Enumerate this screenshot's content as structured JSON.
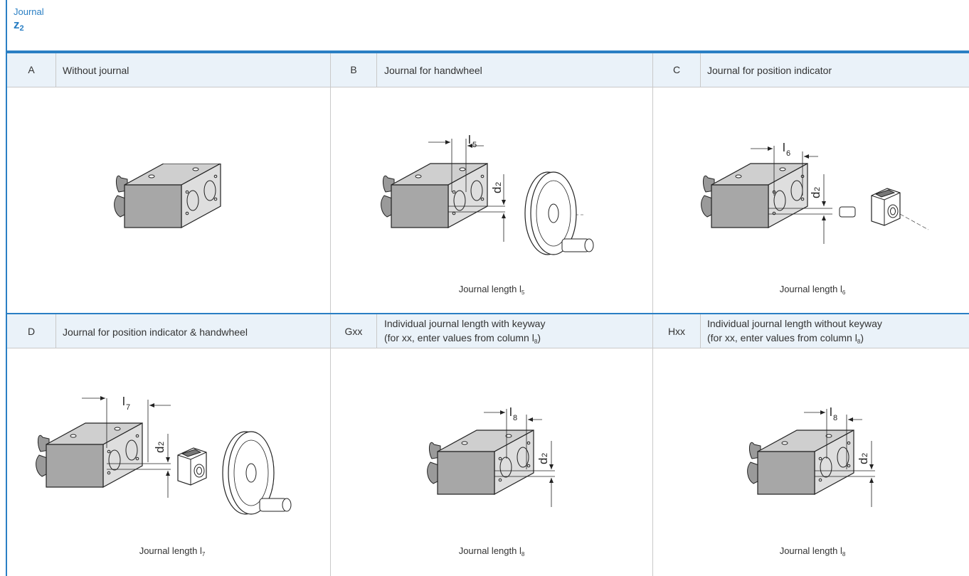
{
  "header": {
    "label": "Journal",
    "symbol": "z",
    "symbol_sub": "2"
  },
  "row1": [
    {
      "code": "A",
      "text": "Without journal",
      "caption": ""
    },
    {
      "code": "B",
      "text": "Journal for handwheel",
      "caption": "Journal length l",
      "caption_sub": "5"
    },
    {
      "code": "C",
      "text": "Journal for position indicator",
      "caption": "Journal length l",
      "caption_sub": "6"
    }
  ],
  "row2": [
    {
      "code": "D",
      "text": "Journal for position indicator & handwheel",
      "caption": "Journal length l",
      "caption_sub": "7"
    },
    {
      "code": "Gxx",
      "line1": "Individual journal length with keyway",
      "line2": "(for xx, enter values from column l",
      "line2_sub": "8",
      "line2_end": ")",
      "caption": "Journal length l",
      "caption_sub": "8"
    },
    {
      "code": "Hxx",
      "line1": "Individual journal length without keyway",
      "line2": "(for xx, enter values from column l",
      "line2_sub": "8",
      "line2_end": ")",
      "caption": "Journal length l",
      "caption_sub": "8"
    }
  ],
  "dims": {
    "b": {
      "l": "l",
      "l_sub": "5",
      "d": "d",
      "d_sub": "2"
    },
    "c": {
      "l": "l",
      "l_sub": "6",
      "d": "d",
      "d_sub": "2"
    },
    "d": {
      "l": "l",
      "l_sub": "7",
      "d": "d",
      "d_sub": "2"
    },
    "g": {
      "l": "l",
      "l_sub": "8",
      "d": "d",
      "d_sub": "2"
    },
    "h": {
      "l": "l",
      "l_sub": "8",
      "d": "d",
      "d_sub": "2"
    }
  },
  "colors": {
    "accent": "#2a7fc4",
    "header_bg": "#eaf2f9",
    "grid": "#c9c9c9"
  }
}
